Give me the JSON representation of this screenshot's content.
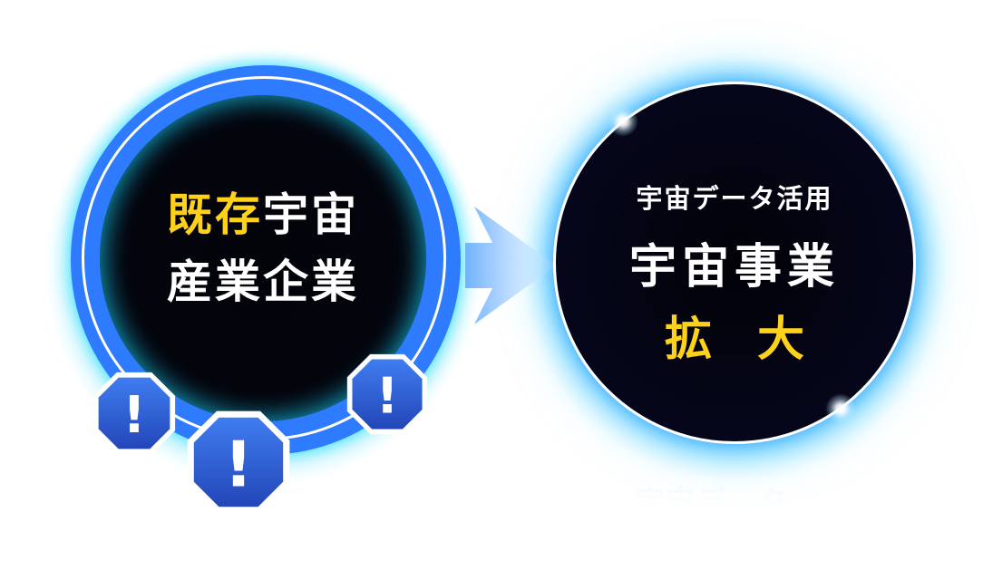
{
  "left_circle": {
    "line1_highlight": "既存",
    "line1_rest": "宇宙",
    "line2": "産業企業"
  },
  "right_circle": {
    "subtitle": "宇宙データ活用",
    "title": "宇宙事業",
    "highlight": "拡大"
  },
  "faded_caption": "宇宙データ",
  "warning_icons": [
    {
      "label": "!"
    },
    {
      "label": "!"
    },
    {
      "label": "!"
    }
  ],
  "colors": {
    "highlight": "#ffd21a",
    "ring_blue": "#2e7bff",
    "glow_cyan": "#00e6ff",
    "circle_bg": "#04050d",
    "warning_fill": "#2f5fd8"
  }
}
